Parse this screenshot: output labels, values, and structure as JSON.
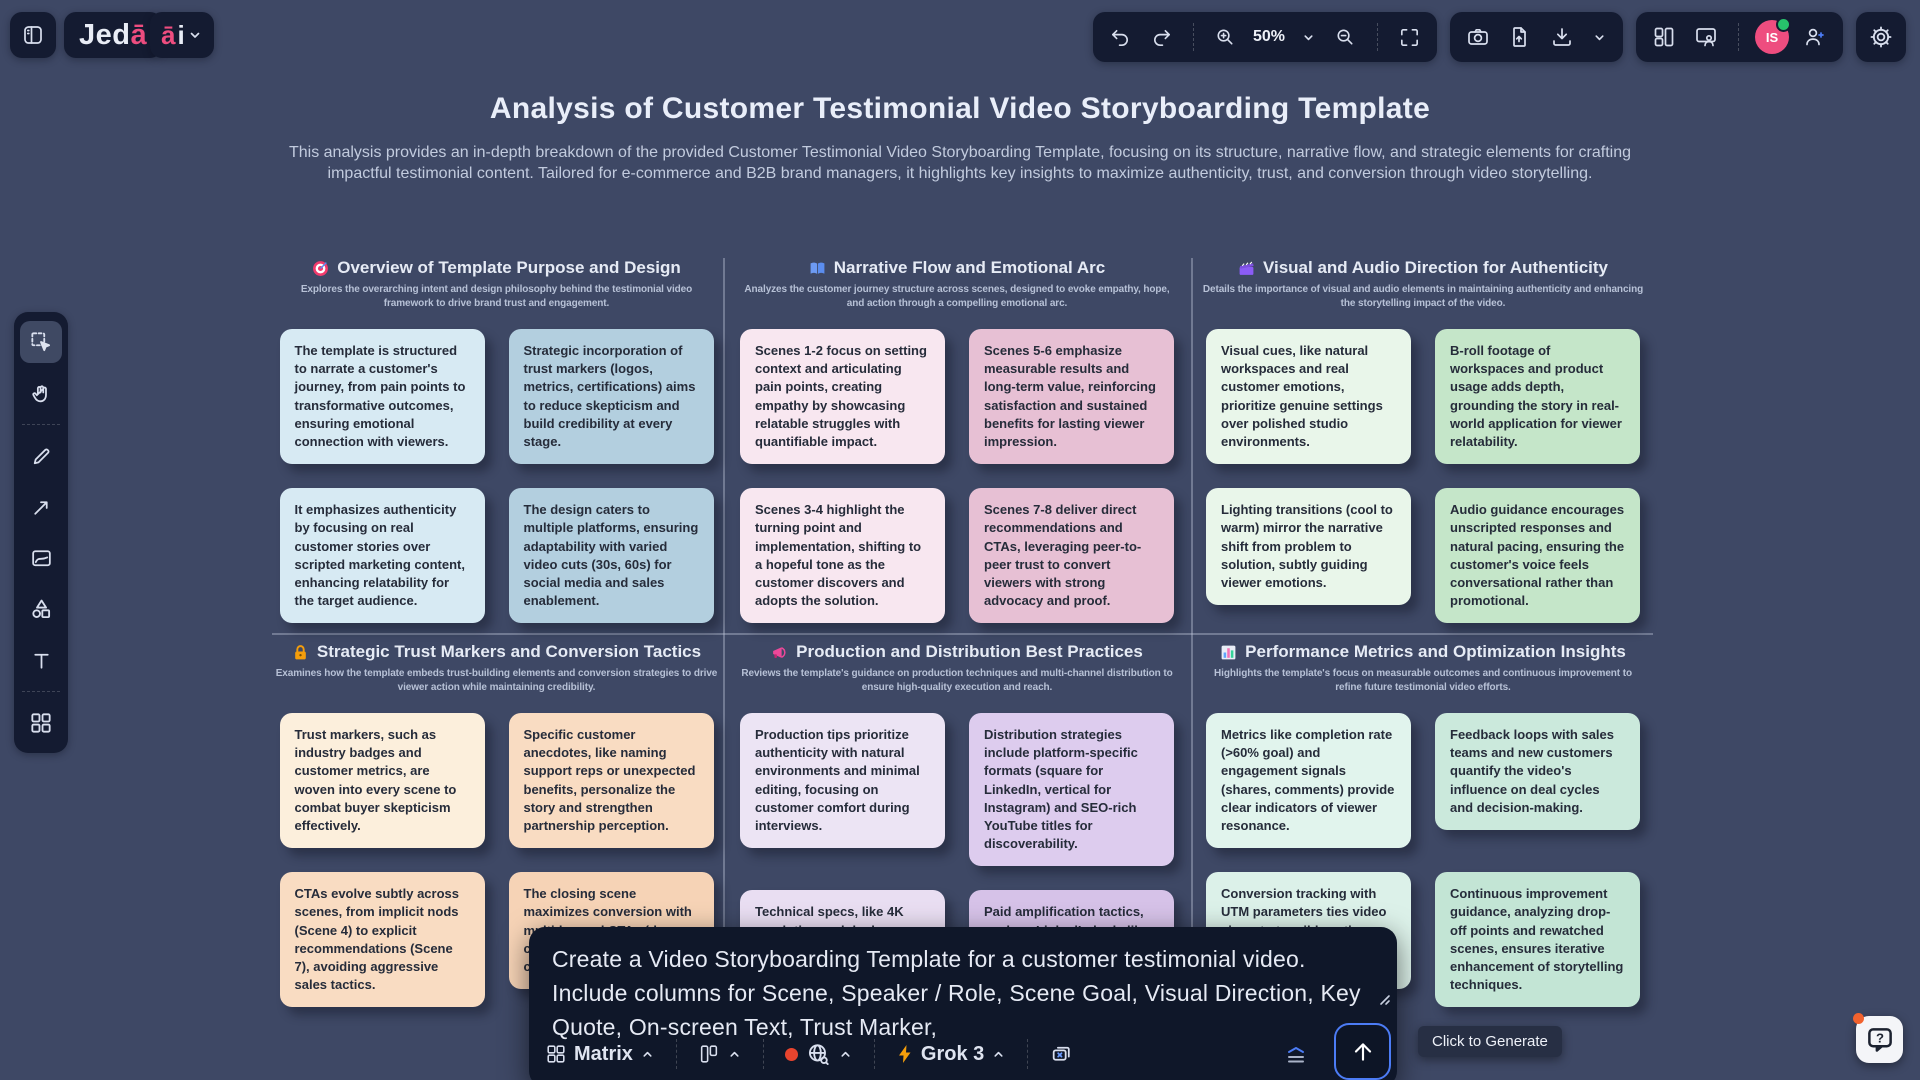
{
  "app": {
    "logo": {
      "jed": "Jed",
      "a": "ā"
    },
    "ai": {
      "a": "ā",
      "i": "i"
    },
    "avatar_initials": "IS"
  },
  "toolbar": {
    "zoom_level": "50%"
  },
  "page": {
    "title": "Analysis of Customer Testimonial Video Storyboarding Template",
    "subtitle": "This analysis provides an in-depth breakdown of the provided Customer Testimonial Video Storyboarding Template, focusing on its structure, narrative flow, and strategic elements for crafting impactful testimonial content. Tailored for e-commerce and B2B brand managers, it highlights key insights to maximize authenticity, trust, and conversion through video storytelling."
  },
  "sections": [
    {
      "icon": "target-icon",
      "title": "Overview of Template Purpose and Design",
      "subtitle": "Explores the overarching intent and design philosophy behind the testimonial video framework to drive brand trust and engagement.",
      "cards": [
        "The template is structured to narrate a customer's journey, from pain points to transformative outcomes, ensuring emotional connection with viewers.",
        "Strategic incorporation of trust markers (logos, metrics, certifications) aims to reduce skepticism and build credibility at every stage.",
        "It emphasizes authenticity by focusing on real customer stories over scripted marketing content, enhancing relatability for the target audience.",
        "The design caters to multiple platforms, ensuring adaptability with varied video cuts (30s, 60s) for social media and sales enablement."
      ]
    },
    {
      "icon": "book-icon",
      "title": "Narrative Flow and Emotional Arc",
      "subtitle": "Analyzes the customer journey structure across scenes, designed to evoke empathy, hope, and action through a compelling emotional arc.",
      "cards": [
        "Scenes 1-2 focus on setting context and articulating pain points, creating empathy by showcasing relatable struggles with quantifiable impact.",
        "Scenes 5-6 emphasize measurable results and long-term value, reinforcing satisfaction and sustained benefits for lasting viewer impression.",
        "Scenes 3-4 highlight the turning point and implementation, shifting to a hopeful tone as the customer discovers and adopts the solution.",
        "Scenes 7-8 deliver direct recommendations and CTAs, leveraging peer-to-peer trust to convert viewers with strong advocacy and proof."
      ]
    },
    {
      "icon": "clapperboard-icon",
      "title": "Visual and Audio Direction for Authenticity",
      "subtitle": "Details the importance of visual and audio elements in maintaining authenticity and enhancing the storytelling impact of the video.",
      "cards": [
        "Visual cues, like natural workspaces and real customer emotions, prioritize genuine settings over polished studio environments.",
        "B-roll footage of workspaces and product usage adds depth, grounding the story in real-world application for viewer relatability.",
        "Lighting transitions (cool to warm) mirror the narrative shift from problem to solution, subtly guiding viewer emotions.",
        "Audio guidance encourages unscripted responses and natural pacing, ensuring the customer's voice feels conversational rather than promotional."
      ]
    },
    {
      "icon": "lock-icon",
      "title": "Strategic Trust Markers and Conversion Tactics",
      "subtitle": "Examines how the template embeds trust-building elements and conversion strategies to drive viewer action while maintaining credibility.",
      "cards": [
        "Trust markers, such as industry badges and customer metrics, are woven into every scene to combat buyer skepticism effectively.",
        "Specific customer anecdotes, like naming support reps or unexpected benefits, personalize the story and strengthen partnership perception.",
        "CTAs evolve subtly across scenes, from implicit nods (Scene 4) to explicit recommendations (Scene 7), avoiding aggressive sales tactics.",
        "The closing scene maximizes conversion with multi-layered CTAs (demo, case study, website), catering to different"
      ]
    },
    {
      "icon": "megaphone-icon",
      "title": "Production and Distribution Best Practices",
      "subtitle": "Reviews the template's guidance on production techniques and multi-channel distribution to ensure high-quality execution and reach.",
      "cards": [
        "Production tips prioritize authenticity with natural environments and minimal editing, focusing on customer comfort during interviews.",
        "Distribution strategies include platform-specific formats (square for LinkedIn, vertical for Instagram) and SEO-rich YouTube titles for discoverability.",
        "Technical specs, like 4K resolution and dual-camera setups, ensure flexibility for editing and professional output across platforms.",
        "Paid amplification tactics, such as LinkedIn lookalike ads and retargeting, extend the video's reach to"
      ]
    },
    {
      "icon": "bar-chart-icon",
      "title": "Performance Metrics and Optimization Insights",
      "subtitle": "Highlights the template's focus on measurable outcomes and continuous improvement to refine future testimonial video efforts.",
      "cards": [
        "Metrics like completion rate (>60% goal) and engagement signals (shares, comments) provide clear indicators of viewer resonance.",
        "Feedback loops with sales teams and new customers quantify the video's influence on deal cycles and decision-making.",
        "Conversion tracking with UTM parameters ties video views to tangible actions, such as demo requests and trial signups",
        "Continuous improvement guidance, analyzing drop-off points and rewatched scenes, ensures iterative enhancement of storytelling techniques."
      ]
    }
  ],
  "left_toolbar": {
    "tools": [
      "select",
      "pan",
      "pen",
      "arrow",
      "media",
      "shapes",
      "text",
      "apps"
    ]
  },
  "prompt": {
    "text": "Create a Video Storyboarding Template for a customer testimonial video. Include columns for Scene, Speaker / Role, Scene Goal, Visual Direction, Key Quote, On-screen Text, Trust Marker,",
    "mode_label": "Matrix",
    "model_label": "Grok 3",
    "tooltip": "Click to Generate"
  },
  "colors": {
    "canvas_bg": "#3e4865",
    "panel_bg": "#141b31",
    "accent_pink": "#ee4d7f",
    "accent_blue": "#4c7cf5",
    "status_green": "#27c26b"
  }
}
